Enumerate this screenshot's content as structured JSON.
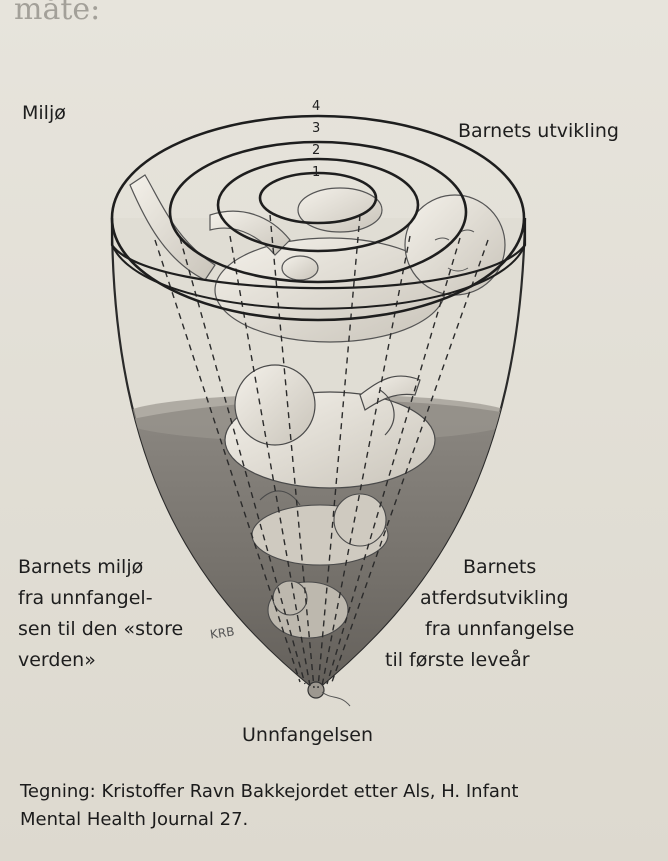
{
  "header_fragment": "måte:",
  "labels": {
    "miljo": "Miljø",
    "barnets_utvikling": "Barnets utvikling",
    "ring_numbers": [
      "1",
      "2",
      "3",
      "4"
    ],
    "left_block": [
      "Barnets miljø",
      "fra unnfangel-",
      "sen til den «store",
      "verden»"
    ],
    "right_block": [
      "Barnets",
      "atferdsutvikling",
      "fra unnfangelse",
      "til første leveår"
    ],
    "bottom": "Unnfangelsen",
    "signature": "KRB"
  },
  "caption": {
    "line1": "Tegning: Kristoffer Ravn Bakkejordet etter Als, H. Infant",
    "line2": "Mental Health Journal 27."
  }
}
